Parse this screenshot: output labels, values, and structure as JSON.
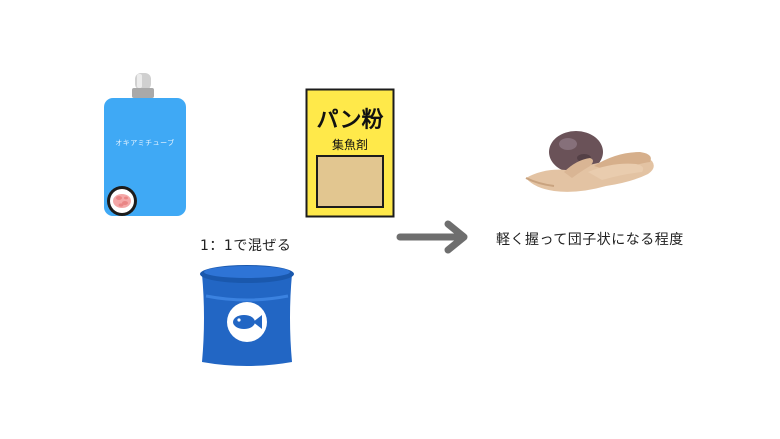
{
  "krill_tube": {
    "label": "オキアミチューブ",
    "color": "#3fa9f5",
    "cap_color": "#cfcfcf"
  },
  "panko_bag": {
    "title": "パン粉",
    "subtitle": "集魚剤",
    "color": "#ffe94a",
    "window_color": "#e2c690"
  },
  "bucket": {
    "icon": "fish-icon",
    "color": "#2266c4"
  },
  "mix_text": "1：1で混ぜる",
  "arrow_color": "#6e6e6e",
  "result_text": "軽く握って団子状になる程度",
  "hand": {
    "icon": "hand-holding-ball-icon",
    "ball_color": "#6a5258"
  }
}
